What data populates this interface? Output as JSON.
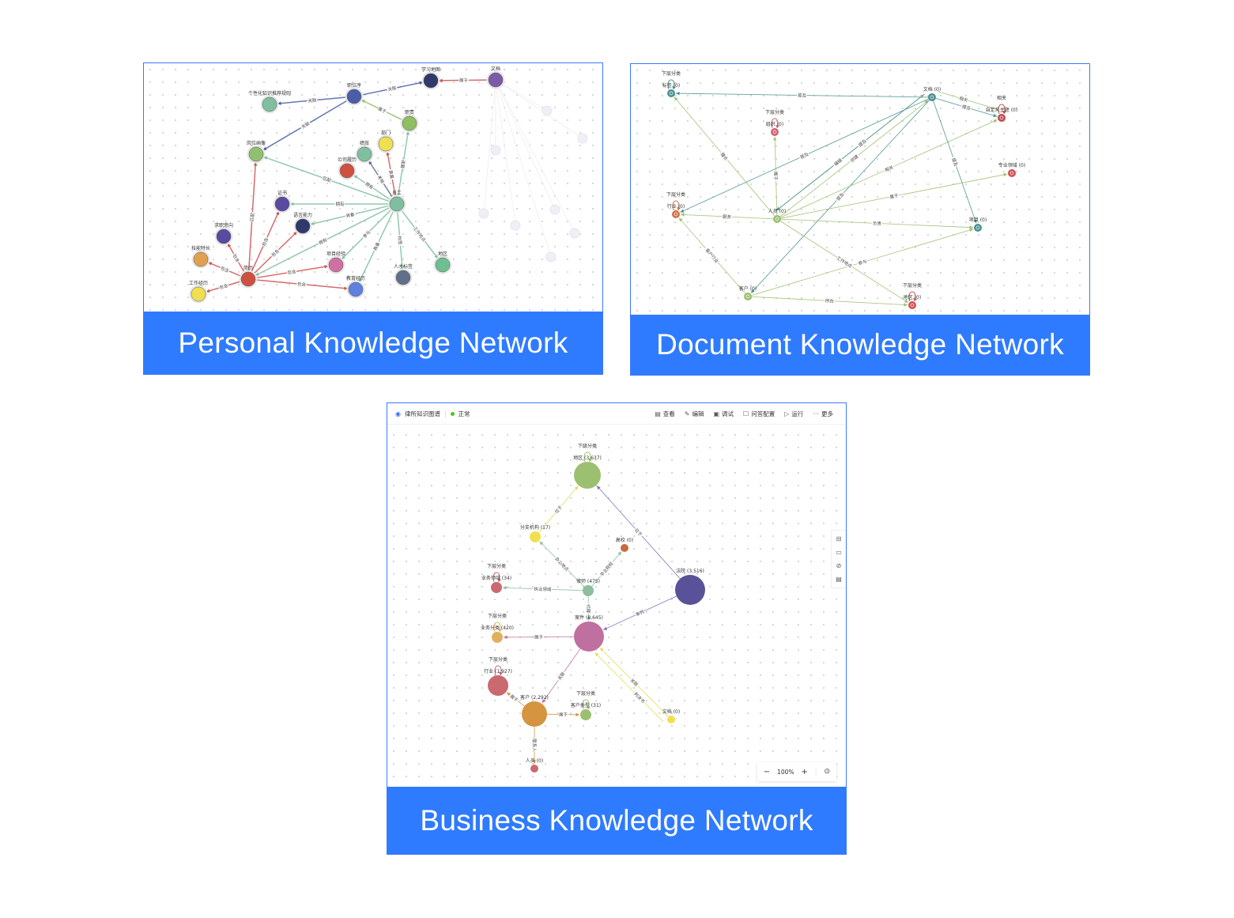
{
  "panels": [
    {
      "caption": "Personal Knowledge Network",
      "graph": {
        "nodes": [
          {
            "label": "学习地图",
            "color": "#2f3a6b"
          },
          {
            "label": "文档",
            "color": "#7b5aa6"
          },
          {
            "label": "职位序",
            "color": "#4a5ea8"
          },
          {
            "label": "个性化知识推荐规则",
            "color": "#7fbf9f"
          },
          {
            "label": "职责",
            "color": "#8fbf60"
          },
          {
            "label": "部门",
            "color": "#f0e050"
          },
          {
            "label": "岗位画像",
            "color": "#8fc070"
          },
          {
            "label": "绩效",
            "color": "#7fbf9f"
          },
          {
            "label": "公司履历",
            "color": "#d05040"
          },
          {
            "label": "员工",
            "color": "#7fbf9f"
          },
          {
            "label": "证书",
            "color": "#5a4aa0"
          },
          {
            "label": "语言能力",
            "color": "#2f3a6b"
          },
          {
            "label": "求职意向",
            "color": "#5a4aa0"
          },
          {
            "label": "技能特长",
            "color": "#e0a050"
          },
          {
            "label": "项目经验",
            "color": "#d070a0"
          },
          {
            "label": "地区",
            "color": "#6fbf90"
          },
          {
            "label": "简历",
            "color": "#d05040"
          },
          {
            "label": "人才标签",
            "color": "#607088"
          },
          {
            "label": "工作经历",
            "color": "#f0e050"
          },
          {
            "label": "教育经历",
            "color": "#6080e0"
          }
        ],
        "edges": [
          {
            "from": "文档",
            "to": "学习地图",
            "label": "属于",
            "color": "#d05050"
          },
          {
            "from": "职位序",
            "to": "学习地图",
            "label": "关联",
            "color": "#4a5ea8"
          },
          {
            "from": "职位序",
            "to": "个性化知识推荐规则",
            "label": "关联",
            "color": "#4a5ea8"
          },
          {
            "from": "职位序",
            "to": "岗位画像",
            "label": "关联",
            "color": "#4a5ea8"
          },
          {
            "from": "职责",
            "to": "职位序",
            "label": "属于",
            "color": "#8fbf60"
          },
          {
            "from": "员工",
            "to": "职责",
            "label": "履职",
            "color": "#7fbf9f"
          },
          {
            "from": "员工",
            "to": "部门",
            "label": "隶属",
            "color": "#d05050"
          },
          {
            "from": "员工",
            "to": "绩效",
            "label": "考核",
            "color": "#5a6a90"
          },
          {
            "from": "员工",
            "to": "公司履历",
            "label": "拥有",
            "color": "#7fbf9f"
          },
          {
            "from": "员工",
            "to": "岗位画像",
            "label": "匹配",
            "color": "#7fbf9f"
          },
          {
            "from": "员工",
            "to": "证书",
            "label": "拥有",
            "color": "#7fbf9f"
          },
          {
            "from": "员工",
            "to": "语言能力",
            "label": "具备",
            "color": "#7fbf9f"
          },
          {
            "from": "员工",
            "to": "简历",
            "label": "拥有",
            "color": "#7fbf9f"
          },
          {
            "from": "员工",
            "to": "项目经验",
            "label": "参与",
            "color": "#7fbf9f"
          },
          {
            "from": "员工",
            "to": "教育经历",
            "label": "具备",
            "color": "#7fbf9f"
          },
          {
            "from": "员工",
            "to": "人才标签",
            "label": "标签",
            "color": "#7fbf9f"
          },
          {
            "from": "员工",
            "to": "地区",
            "label": "工作地点",
            "color": "#7fbf9f"
          },
          {
            "from": "简历",
            "to": "岗位画像",
            "label": "匹配",
            "color": "#d05050"
          },
          {
            "from": "简历",
            "to": "证书",
            "label": "包含",
            "color": "#d05050"
          },
          {
            "from": "简历",
            "to": "语言能力",
            "label": "包含",
            "color": "#d05050"
          },
          {
            "from": "简历",
            "to": "求职意向",
            "label": "包含",
            "color": "#d05050"
          },
          {
            "from": "简历",
            "to": "技能特长",
            "label": "包含",
            "color": "#d05050"
          },
          {
            "from": "简历",
            "to": "工作经历",
            "label": "包含",
            "color": "#d05050"
          },
          {
            "from": "简历",
            "to": "项目经验",
            "label": "包含",
            "color": "#d05050"
          },
          {
            "from": "简历",
            "to": "教育经历",
            "label": "包含",
            "color": "#d05050"
          }
        ]
      }
    },
    {
      "caption": "Document Knowledge Network",
      "graph": {
        "nodes": [
          {
            "label": "标签 (0)",
            "color": "#4a9090"
          },
          {
            "label": "文档 (0)",
            "color": "#4a9090"
          },
          {
            "label": "自定义主题 (0)",
            "color": "#c04a50"
          },
          {
            "label": "组织 (0)",
            "color": "#d06070"
          },
          {
            "label": "专业领域 (0)",
            "color": "#d05050"
          },
          {
            "label": "行业 (0)",
            "color": "#d0704a"
          },
          {
            "label": "人员 (0)",
            "color": "#9cc070"
          },
          {
            "label": "项目 (0)",
            "color": "#4a9090"
          },
          {
            "label": "客户 (0)",
            "color": "#9cc070"
          },
          {
            "label": "地区 (0)",
            "color": "#d05050"
          }
        ],
        "edges": [
          {
            "from": "标签 (0)",
            "to": "标签 (0)",
            "label": "下层分类",
            "color": "#4a9090"
          },
          {
            "from": "组织 (0)",
            "to": "组织 (0)",
            "label": "下层分类",
            "color": "#d06070"
          },
          {
            "from": "行业 (0)",
            "to": "行业 (0)",
            "label": "下层分类",
            "color": "#d0704a"
          },
          {
            "from": "地区 (0)",
            "to": "地区 (0)",
            "label": "下层分类",
            "color": "#d05050"
          },
          {
            "from": "自定义主题 (0)",
            "to": "自定义主题 (0)",
            "label": "相关",
            "color": "#c04a50"
          },
          {
            "from": "文档 (0)",
            "to": "标签 (0)",
            "label": "提及",
            "color": "#4a9090"
          },
          {
            "from": "人员 (0)",
            "to": "标签 (0)",
            "label": "擅长",
            "color": "#9cc070"
          },
          {
            "from": "文档 (0)",
            "to": "行业 (0)",
            "label": "提及",
            "color": "#4a9090"
          },
          {
            "from": "人员 (0)",
            "to": "组织 (0)",
            "label": "属于",
            "color": "#9cc070"
          },
          {
            "from": "人员 (0)",
            "to": "文档 (0)",
            "label": "创建",
            "color": "#9cc070"
          },
          {
            "from": "人员 (0)",
            "to": "文档 (0)",
            "label": "编辑",
            "color": "#9cc070"
          },
          {
            "from": "文档 (0)",
            "to": "人员 (0)",
            "label": "提及",
            "color": "#4a9090"
          },
          {
            "from": "文档 (0)",
            "to": "客户 (0)",
            "label": "提及",
            "color": "#4a9090"
          },
          {
            "from": "人员 (0)",
            "to": "自定义主题 (0)",
            "label": "相关",
            "color": "#9cc070"
          },
          {
            "from": "文档 (0)",
            "to": "自定义主题 (0)",
            "label": "提及",
            "color": "#4a9090"
          },
          {
            "from": "文档 (0)",
            "to": "自定义主题 (0)",
            "label": "相关",
            "color": "#9cc070"
          },
          {
            "from": "文档 (0)",
            "to": "项目 (0)",
            "label": "提及",
            "color": "#4a9090"
          },
          {
            "from": "人员 (0)",
            "to": "专业领域 (0)",
            "label": "属于",
            "color": "#9cc070"
          },
          {
            "from": "人员 (0)",
            "to": "行业 (0)",
            "label": "服务",
            "color": "#9cc070"
          },
          {
            "from": "人员 (0)",
            "to": "项目 (0)",
            "label": "负责",
            "color": "#9cc070"
          },
          {
            "from": "人员 (0)",
            "to": "地区 (0)",
            "label": "工作地点",
            "color": "#9cc070"
          },
          {
            "from": "客户 (0)",
            "to": "行业 (0)",
            "label": "客户行业",
            "color": "#9cc070"
          },
          {
            "from": "客户 (0)",
            "to": "项目 (0)",
            "label": "参与",
            "color": "#9cc070"
          },
          {
            "from": "客户 (0)",
            "to": "地区 (0)",
            "label": "所在",
            "color": "#9cc070"
          }
        ]
      }
    },
    {
      "caption": "Business Knowledge Network",
      "toolbar": {
        "graph_name": "律所知识图谱",
        "status": "正常",
        "status_color": "#52c41a",
        "buttons": [
          "查看",
          "编辑",
          "调试",
          "问答配置",
          "运行",
          "更多"
        ]
      },
      "zoom": {
        "level": "100%"
      },
      "graph": {
        "nodes": [
          {
            "label": "地区 (3,637)",
            "color": "#9cc070"
          },
          {
            "label": "分支机构 (17)",
            "color": "#f0e050"
          },
          {
            "label": "高校 (0)",
            "color": "#c86a40"
          },
          {
            "label": "律师 (475)",
            "color": "#8bbf9f"
          },
          {
            "label": "法院 (3,516)",
            "color": "#5a5298"
          },
          {
            "label": "业务领域 (34)",
            "color": "#c86a70"
          },
          {
            "label": "案件 (8,645)",
            "color": "#c070a0"
          },
          {
            "label": "业务分类 (420)",
            "color": "#e0b060"
          },
          {
            "label": "行业 (1,927)",
            "color": "#c86a70"
          },
          {
            "label": "客户 (2,292)",
            "color": "#d49440"
          },
          {
            "label": "客户类型 (31)",
            "color": "#9cc070"
          },
          {
            "label": "文档 (0)",
            "color": "#f0e050"
          },
          {
            "label": "人员 (0)",
            "color": "#c86a70"
          }
        ],
        "edges": [
          {
            "from": "地区 (3,637)",
            "to": "地区 (3,637)",
            "label": "下级分类",
            "color": "#9cc070"
          },
          {
            "from": "业务领域 (34)",
            "to": "业务领域 (34)",
            "label": "下层分类",
            "color": "#c86a70"
          },
          {
            "from": "业务分类 (420)",
            "to": "业务分类 (420)",
            "label": "下层分类",
            "color": "#e0b060"
          },
          {
            "from": "行业 (1,927)",
            "to": "行业 (1,927)",
            "label": "下层分类",
            "color": "#c86a70"
          },
          {
            "from": "客户类型 (31)",
            "to": "客户类型 (31)",
            "label": "下层分类",
            "color": "#9cc070"
          },
          {
            "from": "分支机构 (17)",
            "to": "地区 (3,637)",
            "label": "位于",
            "color": "#e8d850"
          },
          {
            "from": "法院 (3,516)",
            "to": "地区 (3,637)",
            "label": "位于",
            "color": "#7a70c0"
          },
          {
            "from": "律师 (475)",
            "to": "分支机构 (17)",
            "label": "办公地点",
            "color": "#8bbf9f"
          },
          {
            "from": "律师 (475)",
            "to": "高校 (0)",
            "label": "毕业院校",
            "color": "#8bbf9f"
          },
          {
            "from": "律师 (475)",
            "to": "业务领域 (34)",
            "label": "执业领域",
            "color": "#8bbf9f"
          },
          {
            "from": "律师 (475)",
            "to": "案件 (8,645)",
            "label": "代理",
            "color": "#8bbf9f"
          },
          {
            "from": "法院 (3,516)",
            "to": "案件 (8,645)",
            "label": "审判",
            "color": "#7a70c0"
          },
          {
            "from": "案件 (8,645)",
            "to": "业务分类 (420)",
            "label": "属于",
            "color": "#c070a0"
          },
          {
            "from": "案件 (8,645)",
            "to": "客户 (2,292)",
            "label": "关联",
            "color": "#c070a0"
          },
          {
            "from": "客户 (2,292)",
            "to": "行业 (1,927)",
            "label": "属于",
            "color": "#d49440"
          },
          {
            "from": "客户 (2,292)",
            "to": "客户类型 (31)",
            "label": "属于",
            "color": "#d49440"
          },
          {
            "from": "客户 (2,292)",
            "to": "人员 (0)",
            "label": "联系人",
            "color": "#d49440"
          },
          {
            "from": "文档 (0)",
            "to": "案件 (8,645)",
            "label": "关联",
            "color": "#e8d850"
          },
          {
            "from": "文档 (0)",
            "to": "案件 (8,645)",
            "label": "判决书",
            "color": "#e8d850"
          }
        ]
      }
    }
  ]
}
